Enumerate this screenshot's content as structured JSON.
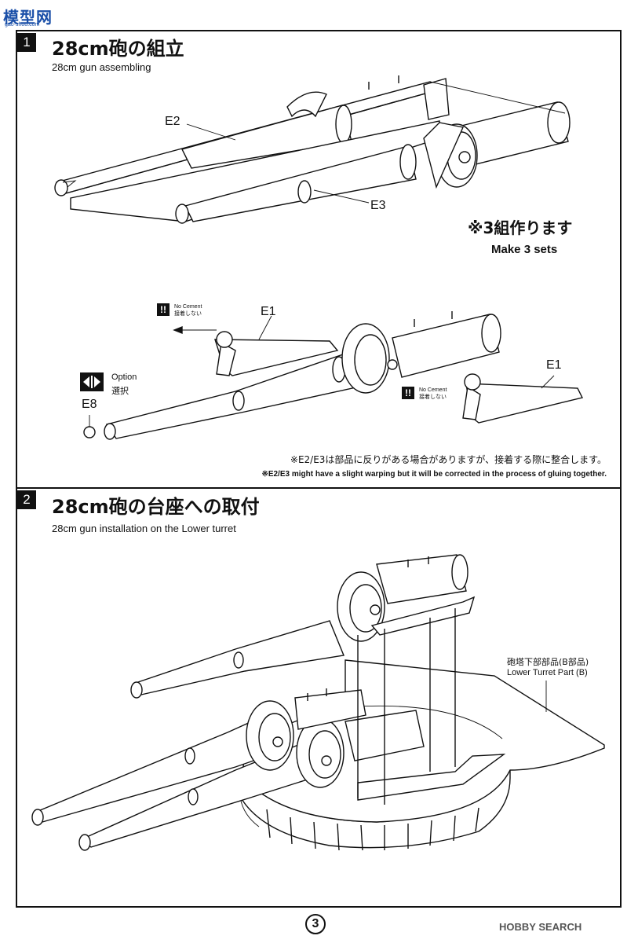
{
  "watermark": {
    "logo_text": "模型网",
    "url": "gao-shou.com"
  },
  "step1": {
    "number": "1",
    "title_jp": "28cm砲の組立",
    "title_en": "28cm gun assembling",
    "parts": {
      "e2": "E2",
      "e3": "E3",
      "e1_left": "E1",
      "e1_right": "E1",
      "e8": "E8"
    },
    "make_sets_jp": "※3組作ります",
    "make_sets_en": "Make 3 sets",
    "no_cement_en": "No Cement",
    "no_cement_jp": "接着しない",
    "option_en": "Option",
    "option_jp": "選択",
    "note_jp": "※E2/E3は部品に反りがある場合がありますが、接着する際に整合します。",
    "note_en": "※E2/E3 might have a slight warping but it will be corrected in the process of gluing together."
  },
  "step2": {
    "number": "2",
    "title_jp": "28cm砲の台座への取付",
    "title_en": "28cm gun installation on the Lower turret",
    "part_label_jp": "砲塔下部部品(B部品)",
    "part_label_en": "Lower Turret Part (B)"
  },
  "footer": {
    "page_number": "3",
    "credit": "HOBBY SEARCH"
  }
}
